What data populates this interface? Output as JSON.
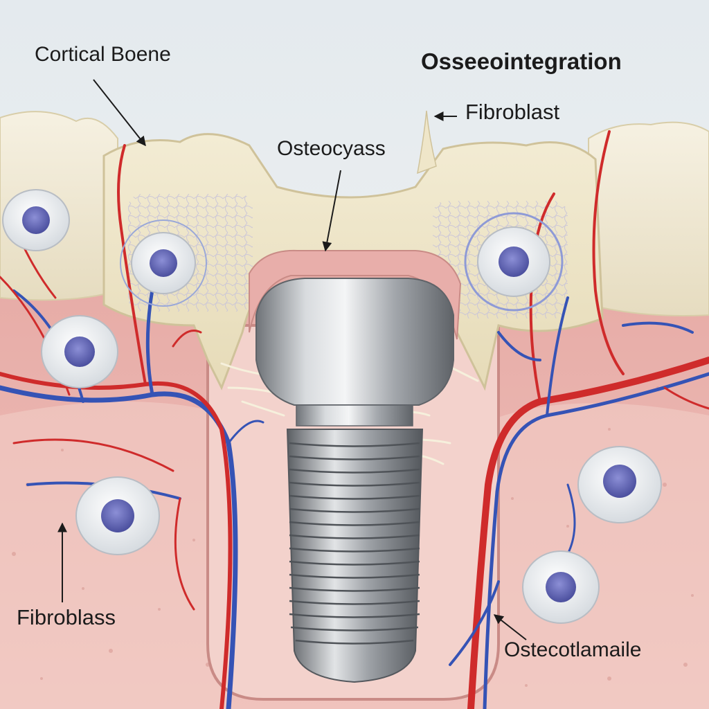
{
  "title": "Osseeointegration",
  "labels": {
    "cortical_bone": "Cortical Boene",
    "fibroblast_top": "Fibroblast",
    "osteocyass": "Osteocyass",
    "fibroblass": "Fibroblass",
    "ostecotlamaile": "Ostecotlamaile"
  },
  "colors": {
    "background": "#e9eef1",
    "gum": "#e7b3ad",
    "bone": "#efe6c9",
    "implant_metal": "#a9adb3",
    "artery": "#cf2b2b",
    "vein": "#3553b5",
    "cell_nucleus": "#5b5fb3"
  }
}
